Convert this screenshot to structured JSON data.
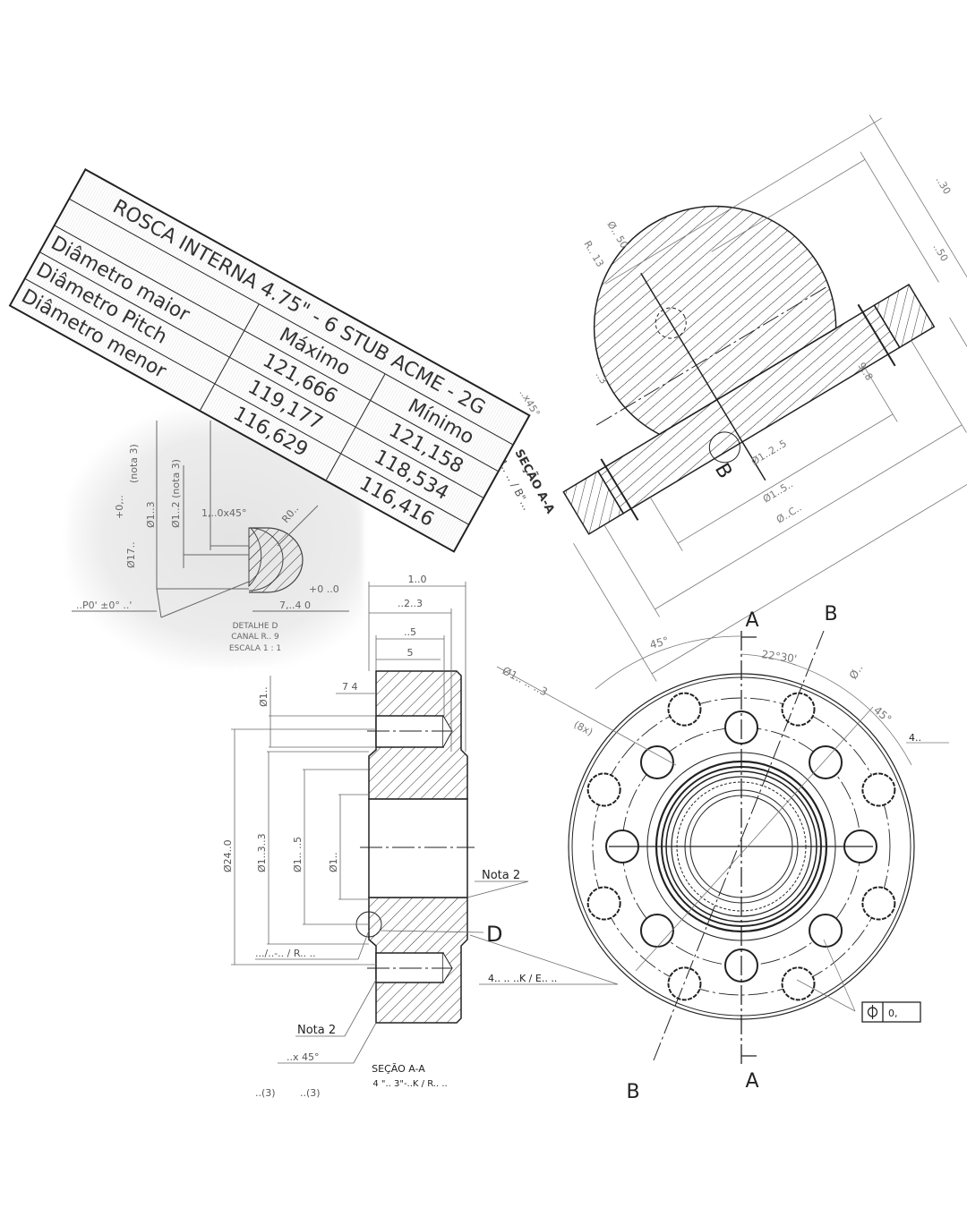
{
  "thread_table": {
    "title": "ROSCA  INTERNA 4.75\" - 6 STUB ACME - 2G",
    "col_max": "Máximo",
    "col_min": "Mínimo",
    "rows": [
      {
        "label": "Diâmetro maior",
        "max": "121,666",
        "min": "121,158"
      },
      {
        "label": "Diâmetro Pitch",
        "max": "119,177",
        "min": "118,534"
      },
      {
        "label": "Diâmetro menor",
        "max": "116,629",
        "min": "116,416"
      }
    ]
  },
  "section_top": {
    "title": "SEÇÃO A-A",
    "subtitle": "4.. .. / B\"...",
    "label_b": "B",
    "dims": [
      "Ø1..2..5",
      "Ø1..5..",
      "Ø..C..",
      "Ø.. 50",
      "R.. 13",
      "..30",
      "..50",
      "9..8",
      "..x45°",
      "..3"
    ]
  },
  "detail_d": {
    "title": "DETALHE D",
    "line2": "CANAL R.. 9",
    "scale": "ESCALA 1 : 1",
    "dims": [
      "Ø17..",
      "+0,..",
      "(nota 3)",
      "Ø1..3",
      "Ø1..2 (nota 3)",
      "1,..0x45°",
      "R0..",
      "..P0' ±0° ..'",
      "+0 ..0",
      "7,..4  0"
    ]
  },
  "section_mid": {
    "title": "SEÇÃO A-A",
    "subtitle": "4 \".. 3\"-..K / R.. ..",
    "dims": [
      "1..0",
      "..2..3",
      "..5",
      "5",
      "7  4",
      "Ø1..",
      "Ø24..0",
      "Ø1..3..3",
      "Ø1.. ..5",
      "Ø1..",
      "..x 45°",
      "..(3)",
      "..(3)"
    ],
    "callouts": [
      "Nota 2",
      "Nota 2",
      "D",
      ".../..-.. / R.. ..",
      "4.. .. ..K / E.. .."
    ]
  },
  "front_view": {
    "label_a_top": "A",
    "label_a_bottom": "A",
    "label_b_top": "B",
    "label_b_bottom": "B",
    "angle_left": "45°",
    "angle_mid": "22°30'",
    "angle_right": "45°",
    "hole_callout": "Ø1.. .. ..3",
    "hole_count": "(8x)",
    "bolt_circle": "Ø..",
    "side_note": "4..",
    "position_tol": "0,"
  }
}
